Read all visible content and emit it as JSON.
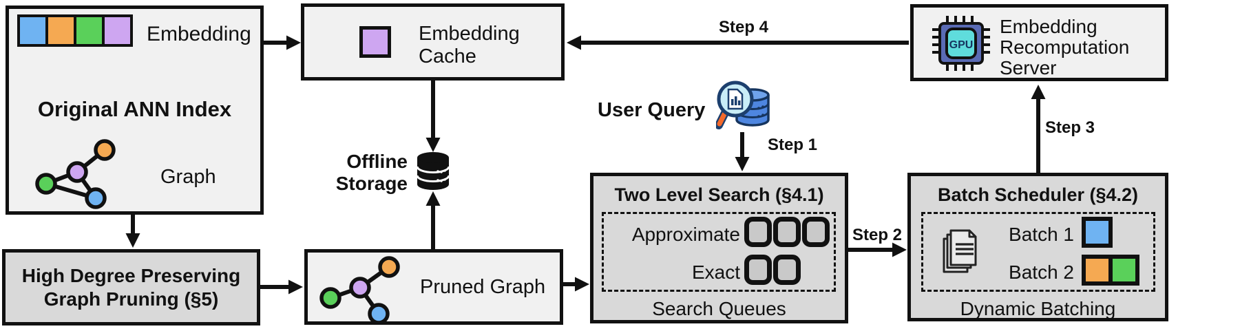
{
  "diagram": {
    "ann_index": {
      "embedding_label": "Embedding",
      "title": "Original ANN Index",
      "graph_label": "Graph"
    },
    "embedding_cache": {
      "label": "Embedding Cache"
    },
    "offline_storage": {
      "label": "Offline Storage"
    },
    "user_query": {
      "label": "User Query"
    },
    "recomputation_server": {
      "label": "Embedding Recomputation Server",
      "gpu_icon_text": "GPU"
    },
    "two_level_search": {
      "title": "Two Level Search (§4.1)",
      "rows": [
        {
          "label": "Approximate",
          "queue_count": 3
        },
        {
          "label": "Exact",
          "queue_count": 2
        }
      ],
      "caption": "Search Queues"
    },
    "batch_scheduler": {
      "title": "Batch Scheduler (§4.2)",
      "batches": [
        {
          "label": "Batch 1",
          "colors": [
            "blue"
          ]
        },
        {
          "label": "Batch 2",
          "colors": [
            "orange",
            "green"
          ]
        }
      ],
      "caption": "Dynamic Batching"
    },
    "graph_pruning": {
      "title": "High Degree Preserving Graph Pruning (§5)"
    },
    "pruned_graph": {
      "label": "Pruned Graph"
    },
    "steps": [
      {
        "label": "Step 1"
      },
      {
        "label": "Step 2"
      },
      {
        "label": "Step 3"
      },
      {
        "label": "Step 4"
      }
    ],
    "icons": {
      "embedding_vector": "four colored squares strip",
      "embedding_square": "purple cached embedding square",
      "graph": "colored graph nodes with edges",
      "database_storage": "black database cylinder",
      "query_search": "magnifier with document over blue database",
      "gpu_chip": "GPU processor chip",
      "documents_stack": "stacked pages batch icon",
      "queue_slot": "rounded empty queue slot"
    },
    "colors": {
      "blue": "#6FB3F2",
      "orange": "#F5A952",
      "green": "#5AD05A",
      "purple": "#CEA6F1",
      "light_box": "#F1F1F1",
      "dark_box": "#D9D9D9",
      "line": "#111111",
      "gpu_body": "#5A6BB5",
      "gpu_screen": "#5FDCDC",
      "query_db_blue": "#4E86E0",
      "magnifier_lens": "#C9EDF7",
      "magnifier_handle": "#F4692A"
    }
  }
}
